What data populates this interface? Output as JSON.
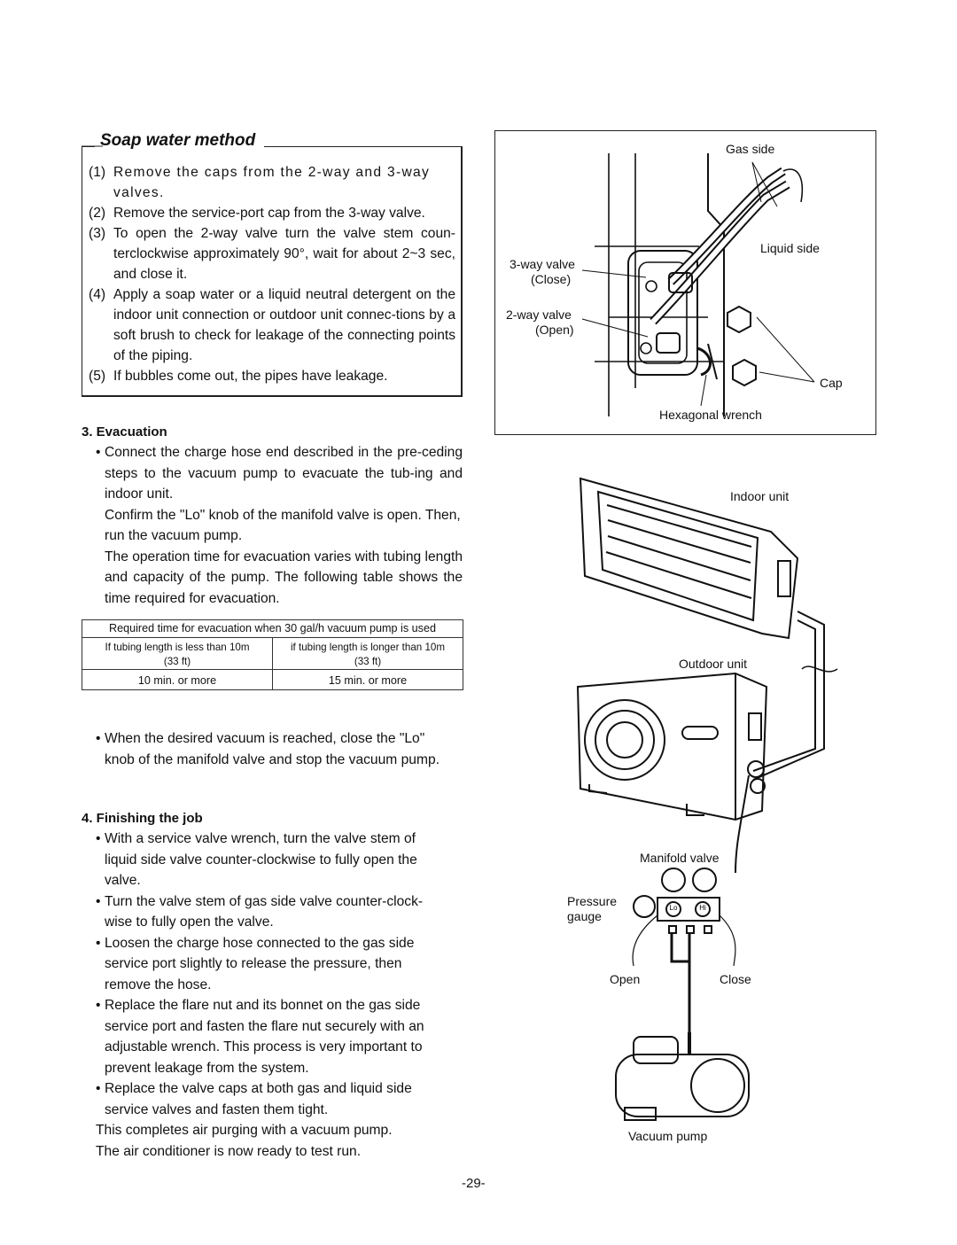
{
  "soap": {
    "title": "Soap water method",
    "steps": [
      {
        "num": "(1)",
        "text": "Remove the caps from the 2-way and 3-way valves."
      },
      {
        "num": "(2)",
        "text": "Remove the service-port cap from the 3-way valve."
      },
      {
        "num": "(3)",
        "text": "To open the 2-way valve turn the valve stem coun-terclockwise approximately 90°, wait for about 2~3 sec, and close it."
      },
      {
        "num": "(4)",
        "text": "Apply a soap water or a liquid neutral detergent on the indoor unit connection or outdoor unit connec-tions by a soft brush to check for leakage of the connecting points of the piping."
      },
      {
        "num": "(5)",
        "text": "If bubbles come out, the pipes have leakage."
      }
    ]
  },
  "evacuation": {
    "heading": "3. Evacuation",
    "bullet1": "Connect the charge hose end described in the pre-ceding steps to the vacuum pump to evacuate the tub-ing and indoor unit.",
    "para1": "Confirm the \"Lo\" knob of the manifold valve is open. Then, run the vacuum pump.",
    "para2": "The operation time for evacuation varies with tubing length and capacity of the pump. The following table shows the time required for evacuation.",
    "table": {
      "header": "Required time for evacuation when 30 gal/h vacuum pump is used",
      "col1_line1": "If tubing length is less than 10m",
      "col1_line2": "(33 ft)",
      "col2_line1": "if tubing length is longer than 10m",
      "col2_line2": "(33 ft)",
      "val1": "10 min. or more",
      "val2": "15 min. or more"
    },
    "bullet2": "When the desired vacuum is reached, close the \"Lo\" knob of the manifold valve and stop the vacuum pump."
  },
  "finishing": {
    "heading": "4. Finishing the job",
    "bullets": [
      "With a service valve wrench, turn the valve stem of liquid side valve counter-clockwise to fully open the valve.",
      "Turn the valve stem of gas side valve counter-clock-wise to fully open the valve.",
      "Loosen the charge hose connected to the gas side service port slightly to release the pressure, then remove the hose.",
      "Replace the flare nut and its bonnet on the gas side service port and fasten the flare nut securely with an adjustable wrench. This process is very important to prevent leakage from the system.",
      "Replace the valve caps at both gas and liquid side service valves and fasten them tight."
    ],
    "closing1": "This completes air purging with a vacuum pump.",
    "closing2": "The air conditioner is now ready to test run."
  },
  "diagram1": {
    "gas_side": "Gas side",
    "liquid_side": "Liquid side",
    "three_way_valve": "3-way valve",
    "close": "(Close)",
    "two_way_valve": "2-way valve",
    "open": "(Open)",
    "cap": "Cap",
    "hex_wrench": "Hexagonal wrench"
  },
  "diagram2": {
    "indoor_unit": "Indoor unit",
    "outdoor_unit": "Outdoor unit",
    "manifold_valve": "Manifold valve",
    "pressure": "Pressure",
    "gauge": "gauge",
    "lo": "Lo",
    "hi": "Hi",
    "open": "Open",
    "close": "Close",
    "vacuum_pump": "Vacuum pump"
  },
  "page_number": "-29-"
}
